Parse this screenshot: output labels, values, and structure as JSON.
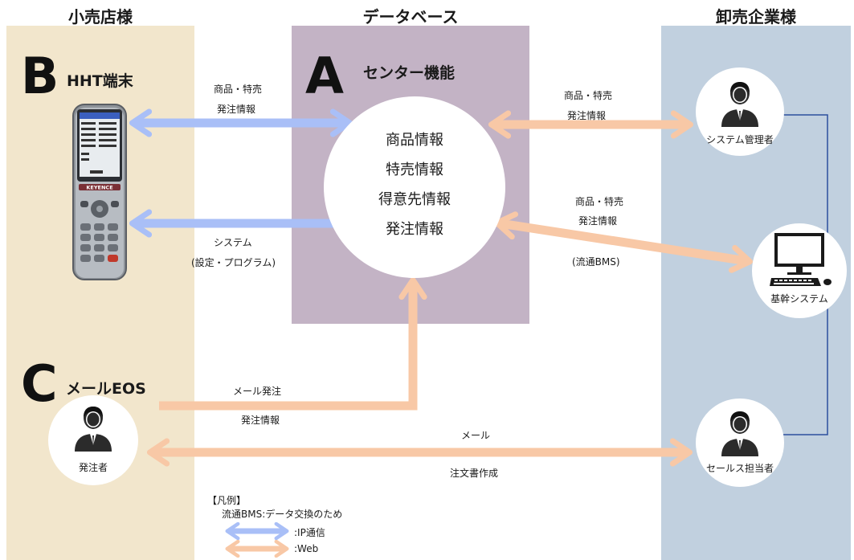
{
  "columns": {
    "retail": "小売店様",
    "database": "データベース",
    "wholesale": "卸売企業様"
  },
  "sections": {
    "a": {
      "letter": "A",
      "title": "センター機能"
    },
    "b": {
      "letter": "B",
      "title": "HHT端末"
    },
    "c": {
      "letter": "C",
      "title": "メールEOS"
    }
  },
  "center_items": [
    "商品情報",
    "特売情報",
    "得意先情報",
    "発注情報"
  ],
  "arrow_labels": {
    "hht_top_1": "商品・特売",
    "hht_top_2": "発注情報",
    "hht_bottom_1": "システム",
    "hht_bottom_2": "(設定・プログラム)",
    "mgr_1": "商品・特売",
    "mgr_2": "発注情報",
    "sys_1": "商品・特売",
    "sys_2": "発注情報",
    "sys_3": "(流通BMS)",
    "mail_1": "メール発注",
    "mail_2": "発注情報",
    "sales_1": "メール",
    "sales_2": "注文書作成"
  },
  "people": {
    "manager": "システム管理者",
    "core_system": "基幹システム",
    "sales": "セールス担当者",
    "orderer": "発注者"
  },
  "device": {
    "brand": "KEYENCE"
  },
  "legend": {
    "title": "【凡例】",
    "note": "流通BMS:データ交換のため",
    "ip": ":IP通信",
    "web": ":Web"
  },
  "colors": {
    "retail_bg": "#f2e6cc",
    "db_bg": "#c3b3c5",
    "wholesale_bg": "#c1d0df",
    "blue_arrow": "#a9bff7",
    "orange_arrow": "#f8c8a6",
    "line": "#2c4f9e"
  }
}
